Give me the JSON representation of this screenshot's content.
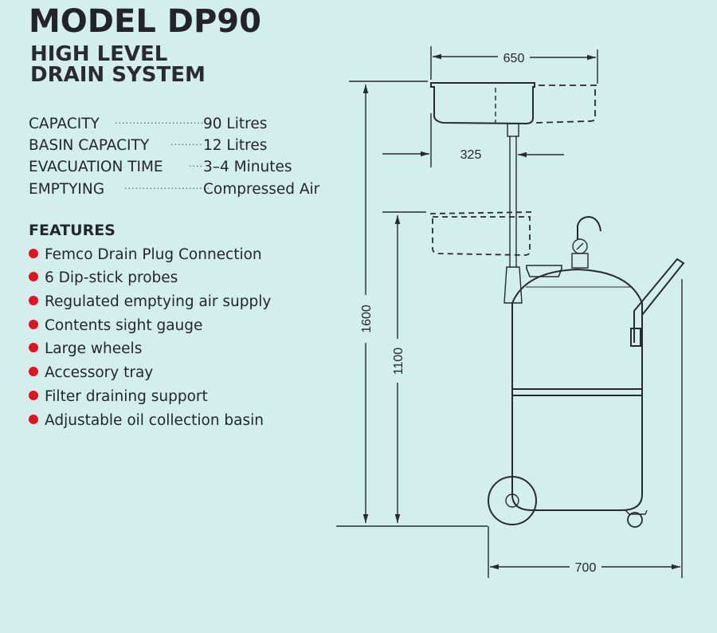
{
  "title": "MODEL DP90",
  "subtitle_line1": "HIGH LEVEL",
  "subtitle_line2": "DRAIN SYSTEM",
  "specs": [
    {
      "label": "CAPACITY",
      "value": "90 Litres"
    },
    {
      "label": "BASIN CAPACITY",
      "value": "12 Litres"
    },
    {
      "label": "EVACUATION TIME",
      "value": "3–4 Minutes"
    },
    {
      "label": "EMPTYING",
      "value": "Compressed Air"
    }
  ],
  "features_heading": "FEATURES",
  "features": [
    "Femco Drain Plug Connection",
    "6 Dip-stick probes",
    "Regulated emptying air supply",
    "Contents sight gauge",
    "Large wheels",
    "Accessory tray",
    "Filter draining support",
    "Adjustable oil collection basin"
  ],
  "dimensions": {
    "basin_width": "650",
    "basin_offset": "325",
    "max_height": "1600",
    "min_height": "1100",
    "base_width": "700"
  },
  "colors": {
    "background": "#d3efed",
    "bullet": "#e3121b",
    "text": "#25262b"
  }
}
